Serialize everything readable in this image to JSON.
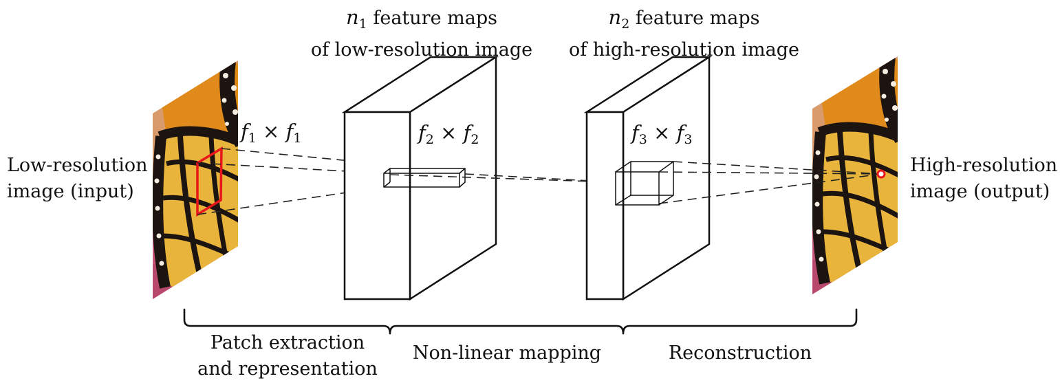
{
  "labels": {
    "input_line1": "Low-resolution",
    "input_line2": "image (input)",
    "output_line1": "High-resolution",
    "output_line2": "image (output)",
    "n1_prefix": "n",
    "n1_sub": "1",
    "n1_line1_rest": " feature maps",
    "n1_line2": "of low-resolution image",
    "n2_prefix": "n",
    "n2_sub": "2",
    "n2_line1_rest": " feature maps",
    "n2_line2": "of high-resolution image",
    "stage1_line1": "Patch extraction",
    "stage1_line2": "and representation",
    "stage2": "Non-linear mapping",
    "stage3": "Reconstruction"
  },
  "filters": {
    "f1": {
      "var": "f",
      "sub": "1",
      "times": "×"
    },
    "f2": {
      "var": "f",
      "sub": "2",
      "times": "×"
    },
    "f3": {
      "var": "f",
      "sub": "3",
      "times": "×"
    }
  },
  "colors": {
    "patch": "#e8161b",
    "wing_yellow": "#e9b43b",
    "wing_orange": "#e08a1c",
    "wing_dark": "#1c1410",
    "flower_pink": "#c8567a"
  }
}
